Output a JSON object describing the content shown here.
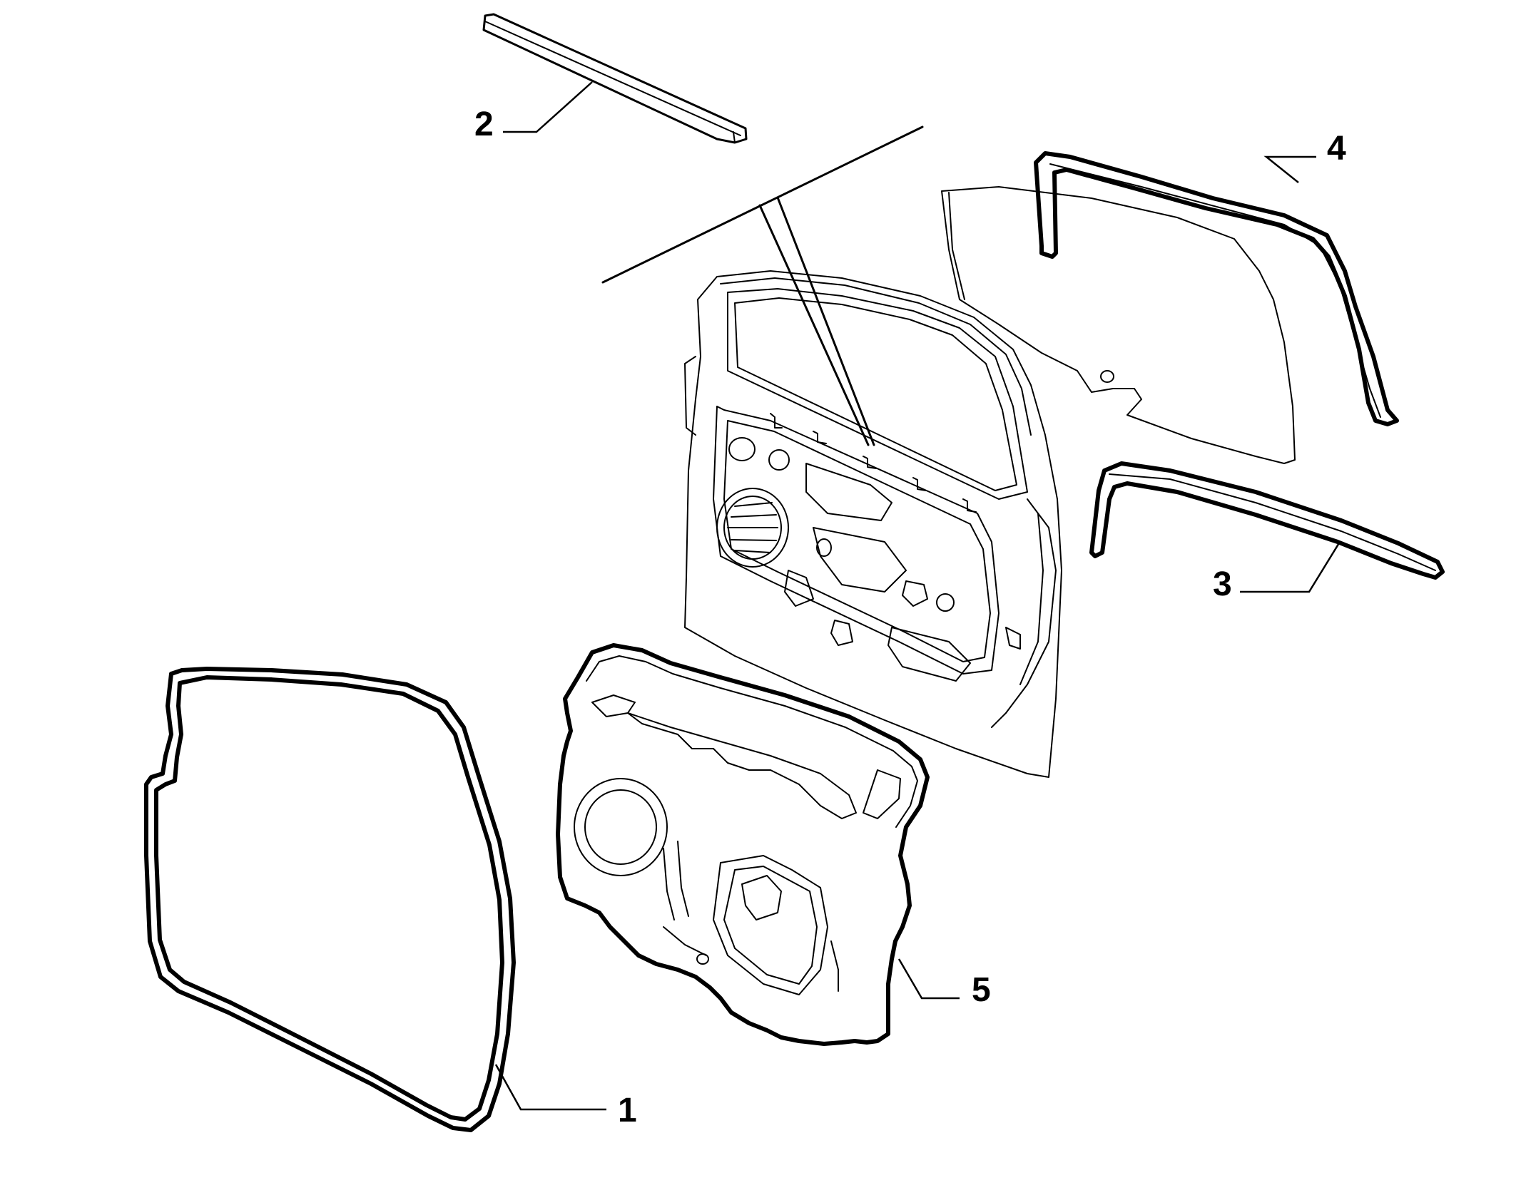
{
  "callouts": [
    {
      "id": "1",
      "label": "1",
      "part": "door-seal"
    },
    {
      "id": "2",
      "label": "2",
      "part": "outer-belt-strip"
    },
    {
      "id": "3",
      "label": "3",
      "part": "lower-window-seal"
    },
    {
      "id": "4",
      "label": "4",
      "part": "window-channel-seal"
    },
    {
      "id": "5",
      "label": "5",
      "part": "inner-door-panel"
    }
  ],
  "colors": {
    "line": "#000000",
    "background": "#ffffff"
  }
}
